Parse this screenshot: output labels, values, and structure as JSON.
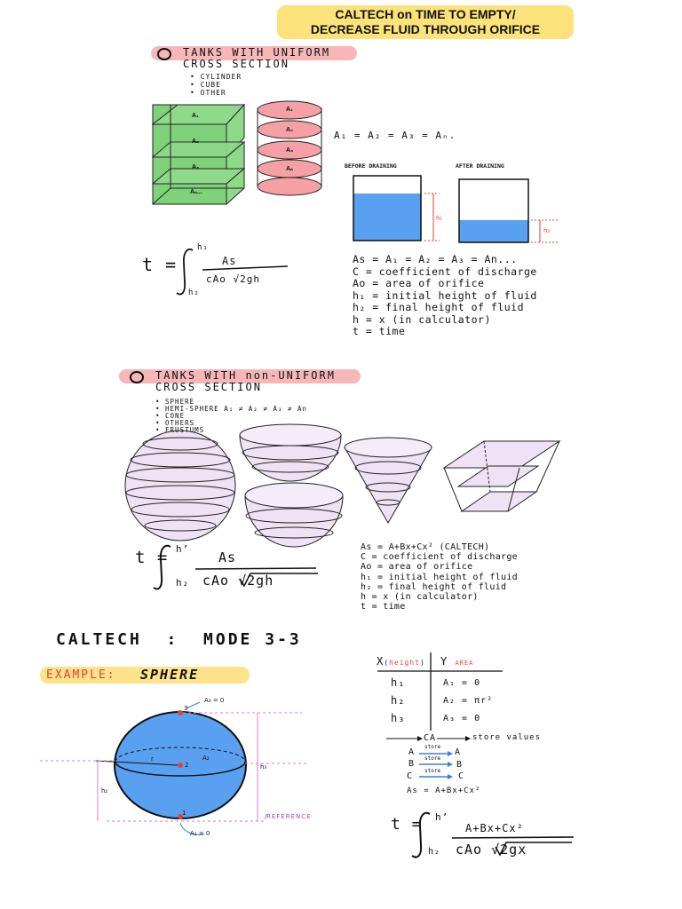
{
  "title": {
    "line1": "CALTECH on TIME TO EMPTY/",
    "line2": "DECREASE FLUID THROUGH ORIFICE"
  },
  "uniform": {
    "heading_line1": "TANKS WITH UNIFORM",
    "heading_line2": "CROSS SECTION",
    "bullets": [
      "• CYLINDER",
      "• CUBE",
      "• OTHER"
    ],
    "prism_labels": [
      "A₁",
      "A₂",
      "A₃",
      "Aₙ..."
    ],
    "cylinder_labels": [
      "A₁",
      "A₂",
      "A₃",
      "Aₙ"
    ],
    "equation": "A₁ = A₂ = A₃ = Aₙ.",
    "before_label": "BEFORE DRAINING",
    "after_label": "AFTER DRAINING",
    "h1_label": "h₁",
    "h2_label": "h₂",
    "formula": {
      "t": "t =",
      "upper": "h₁",
      "lower": "h₂",
      "numerator": "As",
      "denominator": "cAo √2gh"
    },
    "definitions": [
      "As = A₁ = A₂ = A₃ = An...",
      "C = coefficient of discharge",
      "Ao = area of orifice",
      "h₁ = initial height of fluid",
      "h₂ = final height of fluid",
      "h = x (in calculator)",
      "t = time"
    ]
  },
  "nonuniform": {
    "heading_line1": "TANKS WITH non-UNIFORM",
    "heading_line2": "CROSS SECTION",
    "bullets": [
      "• SPHERE",
      "• HEMI-SPHERE  A₁ ≠ A₂ ≠ A₃ ≠ An",
      "• CONE",
      "• OTHERS",
      "• FRUSTUMS"
    ],
    "formula": {
      "t": "t =",
      "upper": "h’",
      "lower": "h₂",
      "numerator": "As",
      "denominator": "cAo √2gh"
    },
    "definitions": [
      "As = A+Bx+Cx²   (CALTECH)",
      "C = coefficient of discharge",
      "Ao = area of orifice",
      "h₁ = initial height of fluid",
      "h₂ = final height of fluid",
      "h = x (in calculator)",
      "t = time"
    ]
  },
  "caltech": {
    "mode_label": "CALTECH  :  MODE 3-3"
  },
  "example": {
    "label": "EXAMPLE:",
    "shape": "SPHERE",
    "a3_label": "A₃ = 0",
    "a1_label": "A₁ = 0",
    "a2_label": "A₂",
    "r_label": "r",
    "point_labels": [
      "3",
      "2",
      "1"
    ],
    "h2_label": "h₂",
    "h3_label": "h₃",
    "reference_label": "REFERENCE"
  },
  "table": {
    "x_header": "X",
    "x_sub": "height",
    "y_header": "Y",
    "y_sub": "AREA",
    "rows": [
      {
        "x": "h₁",
        "y": "A₁ = 0"
      },
      {
        "x": "h₂",
        "y": "A₂ = πr²"
      },
      {
        "x": "h₃",
        "y": "A₃ = 0"
      }
    ]
  },
  "store": {
    "ca_line": "CA",
    "store_values": "store values",
    "rows": [
      {
        "left": "A",
        "word": "store",
        "right": "A"
      },
      {
        "left": "B",
        "word": "store",
        "right": "B"
      },
      {
        "left": "C",
        "word": "store",
        "right": "C"
      }
    ],
    "as_line": "As = A+Bx+Cx²"
  },
  "final_formula": {
    "t": "t =",
    "upper": "h’",
    "lower": "h₂",
    "numerator": "A+Bx+Cx²",
    "denominator": "cAo √2gx"
  },
  "colors": {
    "yellow": "#fbe27a",
    "pink": "#f7b7b9",
    "green": "#7fd17a",
    "blue": "#5aa0f0",
    "lavender": "#eee2f5",
    "red": "#e0433e"
  }
}
